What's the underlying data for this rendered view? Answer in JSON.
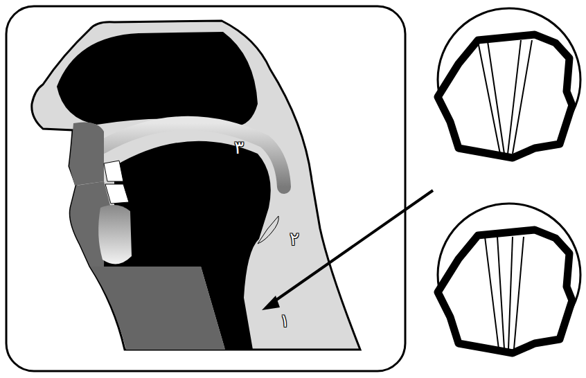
{
  "diagram": {
    "labels": [
      "۳",
      "۲",
      "۱"
    ]
  }
}
